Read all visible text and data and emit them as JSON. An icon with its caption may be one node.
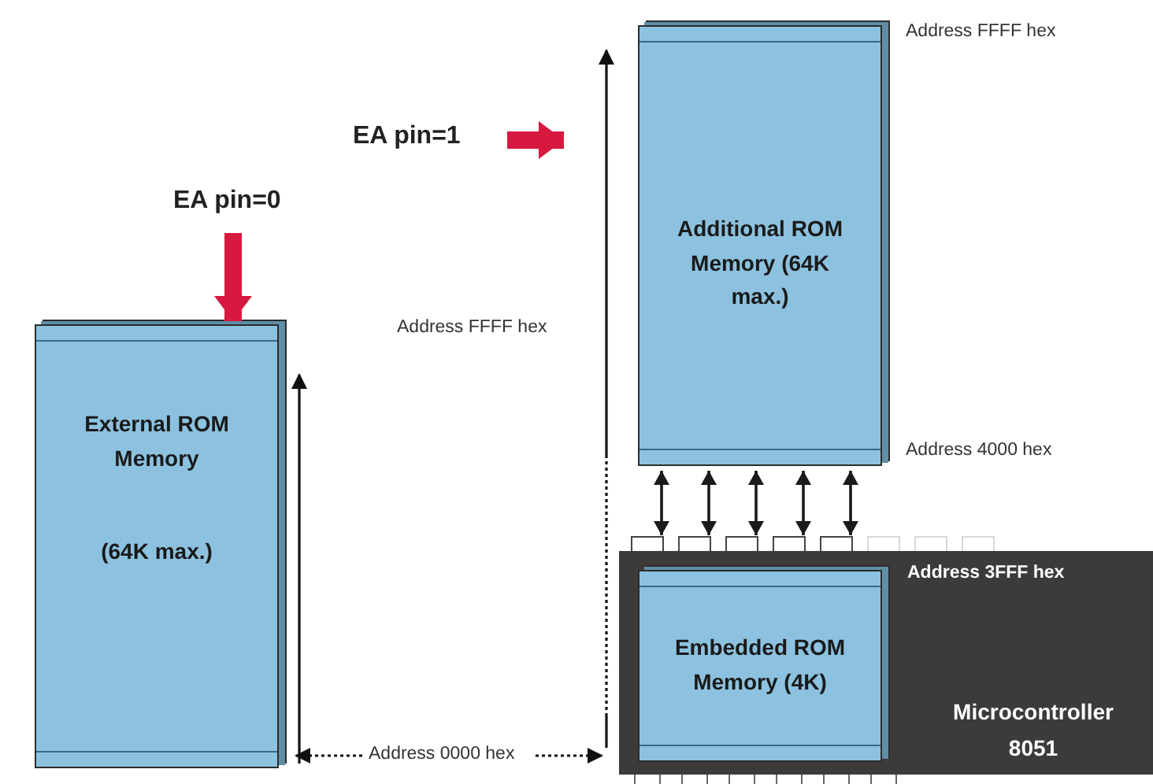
{
  "diagram": {
    "nodes": [
      {
        "text": [
          "External ROM Memory",
          "(64K max.)"
        ]
      },
      {
        "text": [
          "Additional ROM Memory (64K max.)"
        ]
      },
      {
        "text": [
          "Microcontroller 8051"
        ]
      },
      {
        "text": [
          "Embedded ROM Memory (4K)"
        ],
        "in": 2
      }
    ],
    "edges": [
      {
        "from": null,
        "to": 0,
        "arrow": "to",
        "style": "thick",
        "color": "#d7193f"
      },
      {
        "from": 1,
        "to": 2,
        "arrow": "both"
      },
      {
        "from": 1,
        "to": 2,
        "arrow": "both"
      },
      {
        "from": 1,
        "to": 2,
        "arrow": "both"
      },
      {
        "from": 1,
        "to": 2,
        "arrow": "both"
      },
      {
        "from": 1,
        "to": 2,
        "arrow": "both"
      }
    ],
    "labels": [
      "Address FFFF hex",
      "EA pin=1",
      "EA pin=0",
      "Address FFFF hex",
      "Address 4000 hex",
      "Address 3FFF hex",
      "Address 0000 hex"
    ]
  }
}
